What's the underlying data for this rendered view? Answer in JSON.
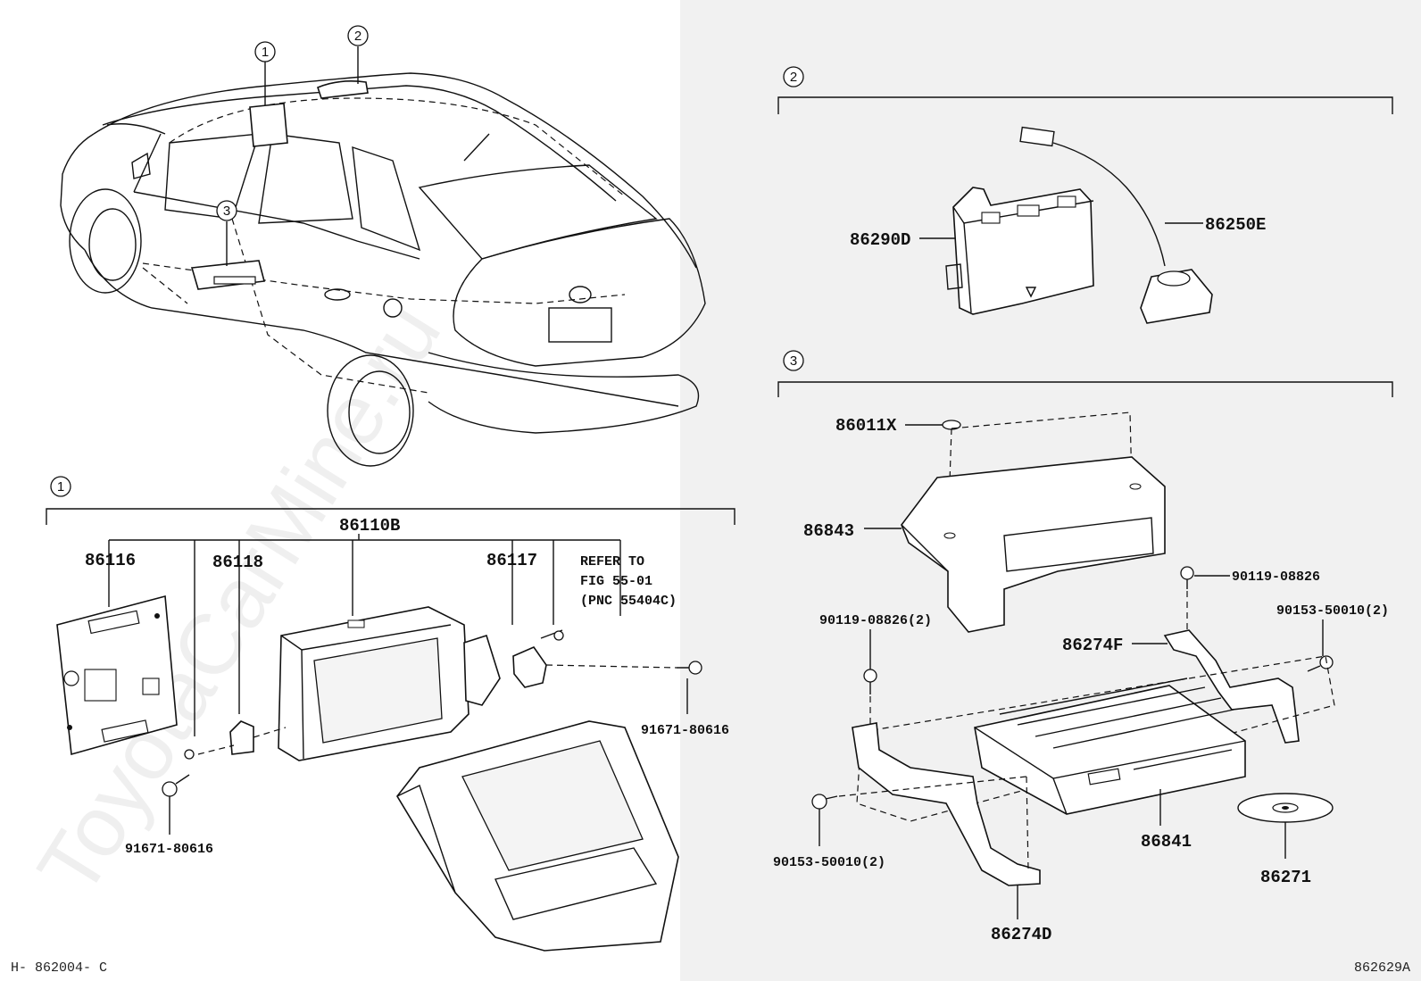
{
  "diagram": {
    "left_code": "H- 862004- C",
    "right_code": "862629A",
    "watermark": "ToyotaCarMine.ru",
    "callouts": [
      "1",
      "2",
      "3"
    ],
    "group1": {
      "assembly": "86110B",
      "parts": [
        "86116",
        "86118",
        "86117"
      ],
      "refer_note": [
        "REFER TO",
        "FIG 55-01",
        "(PNC 55404C)"
      ],
      "screw_right": "91671-80616",
      "screw_bottom": "91671-80616"
    },
    "group2": {
      "parts": [
        "86290D",
        "86250E"
      ]
    },
    "group3": {
      "parts": {
        "clip": "86011X",
        "cover": "86843",
        "bolt_top": "90119-08826",
        "bolt_left": "90119-08826(2)",
        "bolt_right": "90153-50010(2)",
        "bracket_right": "86274F",
        "bolt_bottom": "90153-50010(2)",
        "changer": "86841",
        "disc": "86271",
        "bracket_left": "86274D"
      }
    }
  }
}
